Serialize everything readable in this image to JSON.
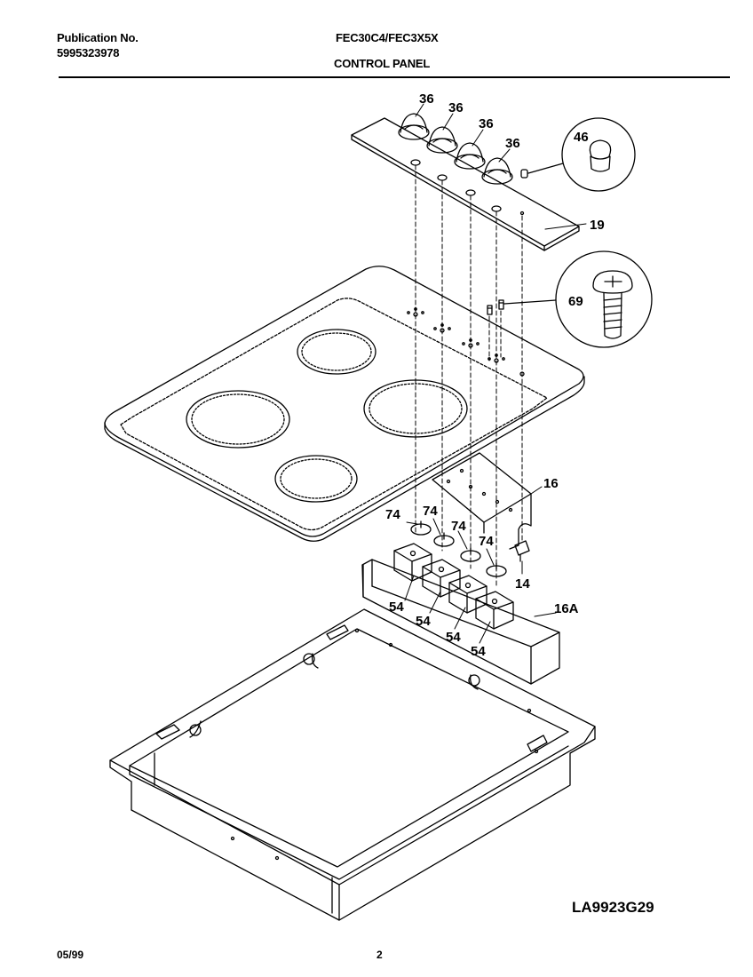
{
  "header": {
    "publication_label": "Publication No.",
    "publication_number": "5995323978",
    "model": "FEC30C4/FEC3X5X",
    "section_title": "CONTROL PANEL"
  },
  "callouts": {
    "knob": "36",
    "knob_detail": "46",
    "panel": "19",
    "screw_detail": "69",
    "bracket": "16",
    "knob_shaft": "74",
    "clip": "14",
    "switch_housing": "16A",
    "switch": "54"
  },
  "footer": {
    "diagram_code": "LA9923G29",
    "date": "05/99",
    "page_number": "2"
  }
}
